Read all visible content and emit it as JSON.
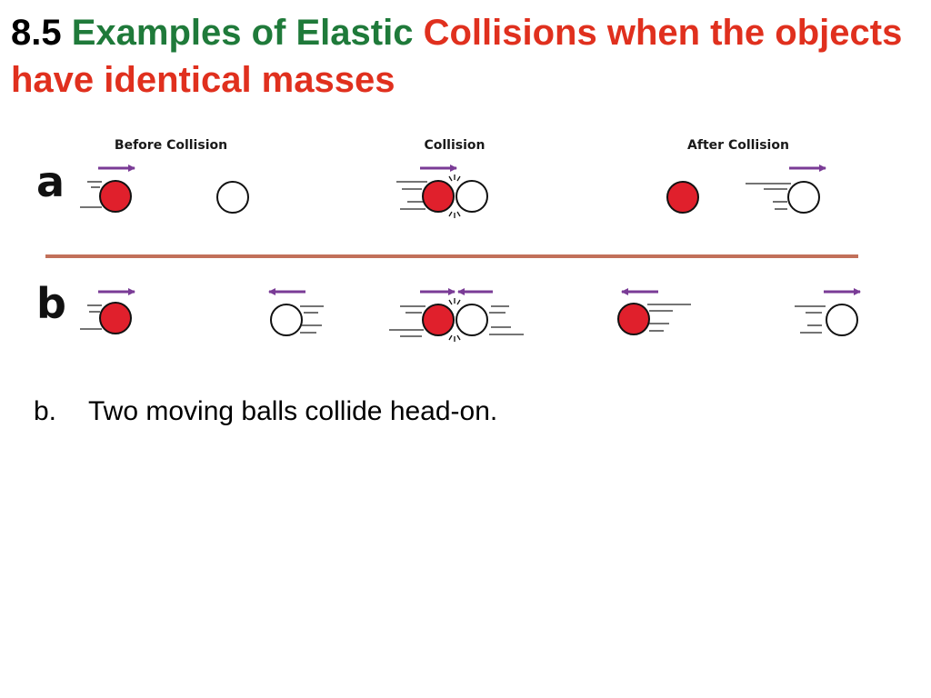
{
  "slide": {
    "number": "8.5",
    "title_green": "Examples of Elastic",
    "title_red": "Collisions when the objects have identical masses"
  },
  "figure": {
    "stage_labels": [
      "Before Collision",
      "Collision",
      "After Collision"
    ],
    "row_labels": [
      "a",
      "b"
    ],
    "colors": {
      "red_ball": "#e0202c",
      "white_ball": "#ffffff",
      "arrow": "#7a3b96",
      "divider": "#c2705a"
    }
  },
  "bullet": {
    "marker": "b.",
    "text": "Two moving balls collide head-on."
  }
}
